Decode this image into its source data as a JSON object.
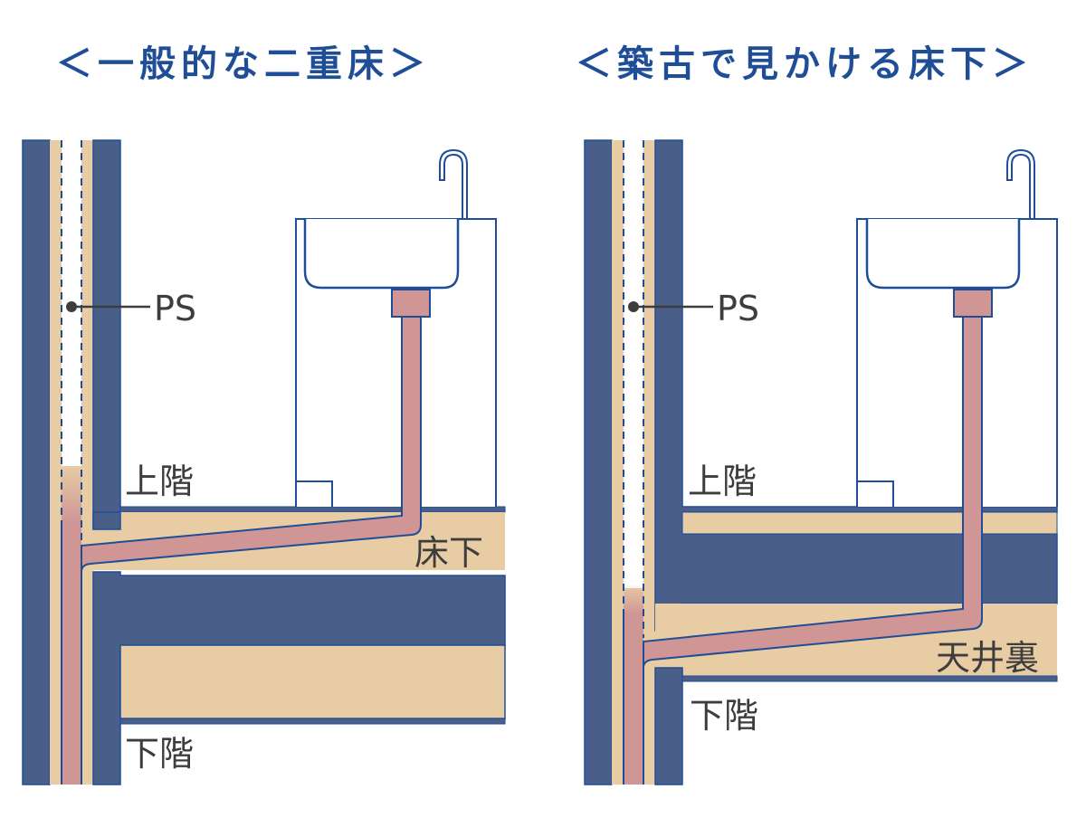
{
  "panels": [
    {
      "title": "＜一般的な二重床＞",
      "labels": {
        "ps": "PS",
        "upper_floor": "上階",
        "underfloor": "床下",
        "lower_floor": "下階"
      }
    },
    {
      "title": "＜築古で見かける床下＞",
      "labels": {
        "ps": "PS",
        "upper_floor": "上階",
        "ceiling_space": "天井裏",
        "lower_floor": "下階"
      }
    }
  ],
  "colors": {
    "title": "#1f4e97",
    "concrete": "#4a5e8a",
    "outline": "#1f4e97",
    "floor_space": "#e8cca4",
    "pipe": "#cf9695",
    "label": "#3d3d3d"
  }
}
